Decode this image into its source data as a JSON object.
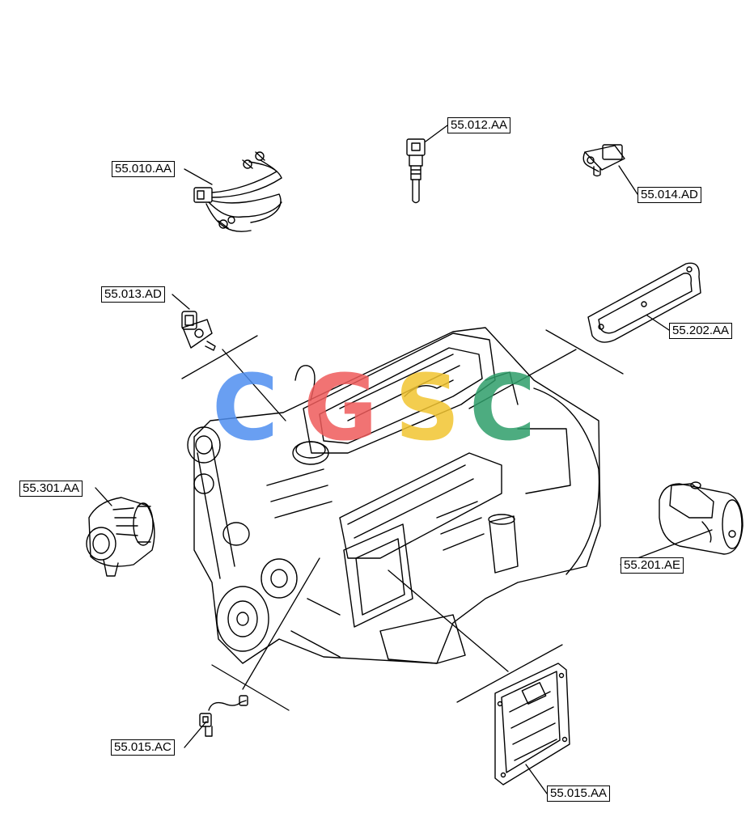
{
  "callouts": {
    "c_010_AA": "55.010.AA",
    "c_012_AA": "55.012.AA",
    "c_014_AD": "55.014.AD",
    "c_013_AD": "55.013.AD",
    "c_202_AA": "55.202.AA",
    "c_301_AA": "55.301.AA",
    "c_201_AE": "55.201.AE",
    "c_015_AC": "55.015.AC",
    "c_015_AA": "55.015.AA"
  },
  "watermark": {
    "letters": [
      "C",
      "G",
      "S",
      "C"
    ],
    "colors": [
      "#4f8ff0",
      "#ef5b5b",
      "#f2c531",
      "#2f9e6a"
    ]
  },
  "colors": {
    "line": "#000000",
    "background": "#ffffff"
  }
}
